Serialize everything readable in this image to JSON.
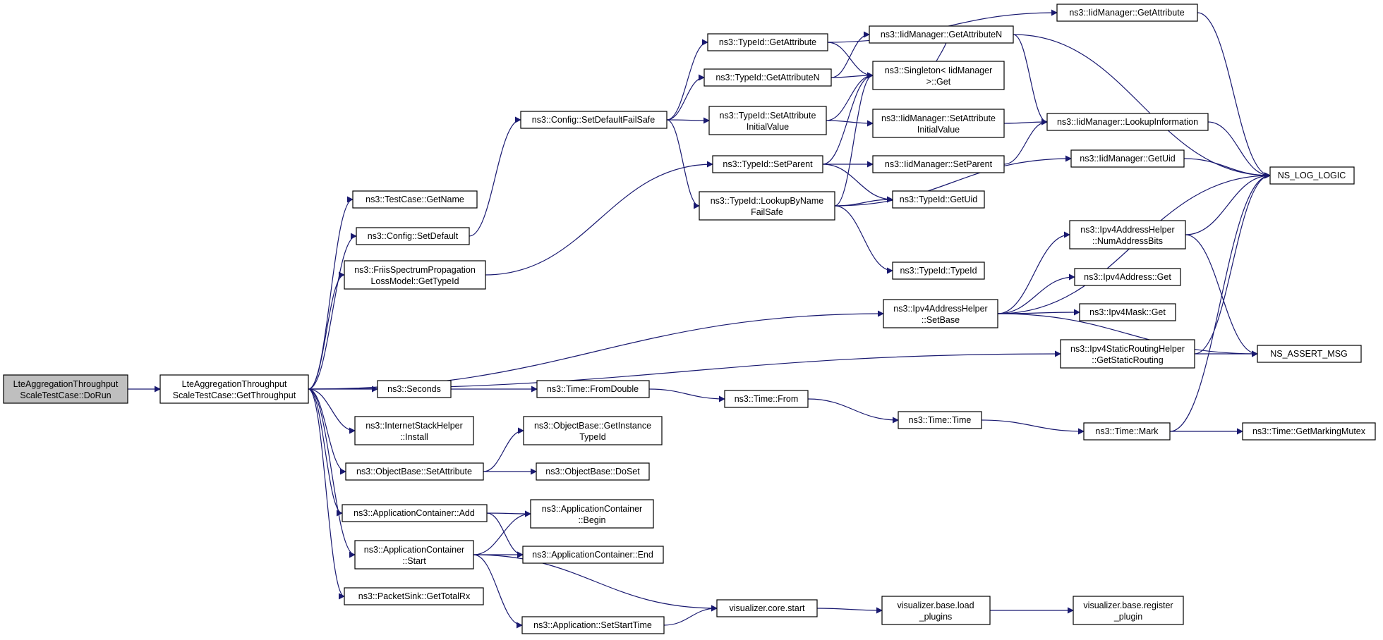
{
  "colors": {
    "edge": "#191970",
    "root_fill": "#bfbfbf",
    "node_fill": "#ffffff",
    "node_border": "#000000"
  },
  "nodes": {
    "n0": [
      "LteAggregationThroughput",
      "ScaleTestCase::DoRun"
    ],
    "n1": [
      "LteAggregationThroughput",
      "ScaleTestCase::GetThroughput"
    ],
    "n2": [
      "ns3::TestCase::GetName"
    ],
    "n3": [
      "ns3::Config::SetDefault"
    ],
    "n4": [
      "ns3::FriisSpectrumPropagation",
      "LossModel::GetTypeId"
    ],
    "n5": [
      "ns3::Config::SetDefaultFailSafe"
    ],
    "n6": [
      "ns3::TypeId::GetAttribute"
    ],
    "n7": [
      "ns3::TypeId::GetAttributeN"
    ],
    "n8": [
      "ns3::TypeId::SetAttribute",
      "InitialValue"
    ],
    "n9": [
      "ns3::TypeId::SetParent"
    ],
    "n10": [
      "ns3::TypeId::LookupByName",
      "FailSafe"
    ],
    "n11": [
      "ns3::IidManager::GetAttributeN"
    ],
    "n12": [
      "ns3::Singleton< IidManager",
      ">::Get"
    ],
    "n13": [
      "ns3::IidManager::SetAttribute",
      "InitialValue"
    ],
    "n14": [
      "ns3::IidManager::SetParent"
    ],
    "n15": [
      "ns3::TypeId::GetUid"
    ],
    "n16": [
      "ns3::TypeId::TypeId"
    ],
    "n17": [
      "ns3::IidManager::GetAttribute"
    ],
    "n18": [
      "ns3::IidManager::LookupInformation"
    ],
    "n19": [
      "ns3::IidManager::GetUid"
    ],
    "n20": [
      "NS_LOG_LOGIC"
    ],
    "n21": [
      "ns3::Ipv4AddressHelper",
      "::SetBase"
    ],
    "n22": [
      "ns3::Ipv4AddressHelper",
      "::NumAddressBits"
    ],
    "n23": [
      "ns3::Ipv4Address::Get"
    ],
    "n24": [
      "ns3::Ipv4Mask::Get"
    ],
    "n25": [
      "ns3::Ipv4StaticRoutingHelper",
      "::GetStaticRouting"
    ],
    "n26": [
      "NS_ASSERT_MSG"
    ],
    "n27": [
      "ns3::Seconds"
    ],
    "n28": [
      "ns3::Time::FromDouble"
    ],
    "n29": [
      "ns3::Time::From"
    ],
    "n30": [
      "ns3::Time::Time"
    ],
    "n31": [
      "ns3::Time::Mark"
    ],
    "n32": [
      "ns3::Time::GetMarkingMutex"
    ],
    "n33": [
      "ns3::InternetStackHelper",
      "::Install"
    ],
    "n34": [
      "ns3::ObjectBase::SetAttribute"
    ],
    "n35": [
      "ns3::ObjectBase::GetInstance",
      "TypeId"
    ],
    "n36": [
      "ns3::ObjectBase::DoSet"
    ],
    "n37": [
      "ns3::ApplicationContainer::Add"
    ],
    "n38": [
      "ns3::ApplicationContainer",
      "::Begin"
    ],
    "n39": [
      "ns3::ApplicationContainer",
      "::Start"
    ],
    "n40": [
      "ns3::ApplicationContainer::End"
    ],
    "n41": [
      "ns3::PacketSink::GetTotalRx"
    ],
    "n42": [
      "visualizer.core.start"
    ],
    "n43": [
      "ns3::Application::SetStartTime"
    ],
    "n44": [
      "visualizer.base.load",
      "_plugins"
    ],
    "n45": [
      "visualizer.base.register",
      "_plugin"
    ]
  },
  "edges": [
    [
      "n0",
      "n1"
    ],
    [
      "n1",
      "n2"
    ],
    [
      "n1",
      "n3"
    ],
    [
      "n1",
      "n4"
    ],
    [
      "n1",
      "n21"
    ],
    [
      "n1",
      "n25"
    ],
    [
      "n1",
      "n27"
    ],
    [
      "n1",
      "n33"
    ],
    [
      "n1",
      "n34"
    ],
    [
      "n1",
      "n37"
    ],
    [
      "n1",
      "n39"
    ],
    [
      "n1",
      "n41"
    ],
    [
      "n3",
      "n5"
    ],
    [
      "n4",
      "n9"
    ],
    [
      "n5",
      "n6"
    ],
    [
      "n5",
      "n7"
    ],
    [
      "n5",
      "n8"
    ],
    [
      "n5",
      "n10"
    ],
    [
      "n6",
      "n17"
    ],
    [
      "n6",
      "n12"
    ],
    [
      "n7",
      "n11"
    ],
    [
      "n7",
      "n12"
    ],
    [
      "n8",
      "n12"
    ],
    [
      "n8",
      "n13"
    ],
    [
      "n9",
      "n12"
    ],
    [
      "n9",
      "n14"
    ],
    [
      "n9",
      "n15"
    ],
    [
      "n10",
      "n12"
    ],
    [
      "n10",
      "n15"
    ],
    [
      "n10",
      "n16"
    ],
    [
      "n10",
      "n19"
    ],
    [
      "n11",
      "n12"
    ],
    [
      "n11",
      "n18"
    ],
    [
      "n11",
      "n20"
    ],
    [
      "n13",
      "n18"
    ],
    [
      "n14",
      "n18"
    ],
    [
      "n17",
      "n20"
    ],
    [
      "n18",
      "n20"
    ],
    [
      "n19",
      "n20"
    ],
    [
      "n21",
      "n20"
    ],
    [
      "n21",
      "n22"
    ],
    [
      "n21",
      "n23"
    ],
    [
      "n21",
      "n24"
    ],
    [
      "n21",
      "n26"
    ],
    [
      "n22",
      "n20"
    ],
    [
      "n22",
      "n26"
    ],
    [
      "n25",
      "n20"
    ],
    [
      "n25",
      "n26"
    ],
    [
      "n27",
      "n28"
    ],
    [
      "n28",
      "n29"
    ],
    [
      "n29",
      "n30"
    ],
    [
      "n30",
      "n31"
    ],
    [
      "n31",
      "n20"
    ],
    [
      "n31",
      "n32"
    ],
    [
      "n34",
      "n35"
    ],
    [
      "n34",
      "n36"
    ],
    [
      "n37",
      "n38"
    ],
    [
      "n37",
      "n40"
    ],
    [
      "n39",
      "n38"
    ],
    [
      "n39",
      "n40"
    ],
    [
      "n39",
      "n42"
    ],
    [
      "n39",
      "n43"
    ],
    [
      "n43",
      "n42"
    ],
    [
      "n42",
      "n44"
    ],
    [
      "n44",
      "n45"
    ]
  ]
}
